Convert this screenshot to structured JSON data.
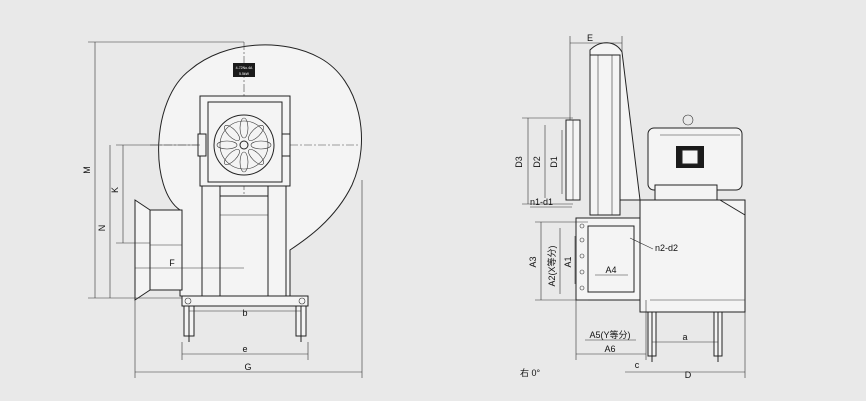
{
  "left_view": {
    "dims": {
      "M": "M",
      "K": "K",
      "N": "N",
      "F": "F",
      "b": "b",
      "e": "e",
      "G": "G"
    },
    "nameplate": {
      "line1": "4-72No.4A",
      "line2": "5.5kW"
    }
  },
  "right_view": {
    "dims": {
      "E": "E",
      "D3": "D3",
      "D2": "D2",
      "D1": "D1",
      "n1d1": "n1-d1",
      "n2d2": "n2-d2",
      "A3": "A3",
      "A2": "A2(X等分)",
      "A1": "A1",
      "A4": "A4",
      "A5": "A5(Y等分)",
      "A6": "A6",
      "a": "a",
      "c": "c",
      "D": "D"
    },
    "rotation": "右 0°"
  },
  "colors": {
    "background": "#e9e9e9",
    "line": "#222222"
  }
}
